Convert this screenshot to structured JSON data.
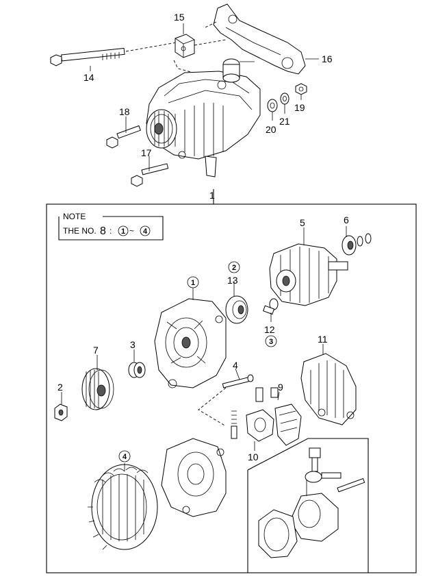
{
  "note": {
    "title": "NOTE",
    "prefix": "THE NO.",
    "number": "8",
    "sep": ":",
    "range_start": "1",
    "range_dash": "~",
    "range_end": "4"
  },
  "callouts": {
    "c1": "1",
    "c2": "2",
    "c3": "3",
    "c4": "4",
    "c5": "5",
    "c6": "6",
    "c7": "7",
    "c9": "9",
    "c10": "10",
    "c11": "11",
    "c12": "12",
    "c13": "13",
    "c14": "14",
    "c15": "15",
    "c16": "16",
    "c17": "17",
    "c18": "18",
    "c19": "19",
    "c20": "20",
    "c21": "21"
  },
  "circled": {
    "r1": "1",
    "r2": "2",
    "r3": "3",
    "r4": "4"
  }
}
